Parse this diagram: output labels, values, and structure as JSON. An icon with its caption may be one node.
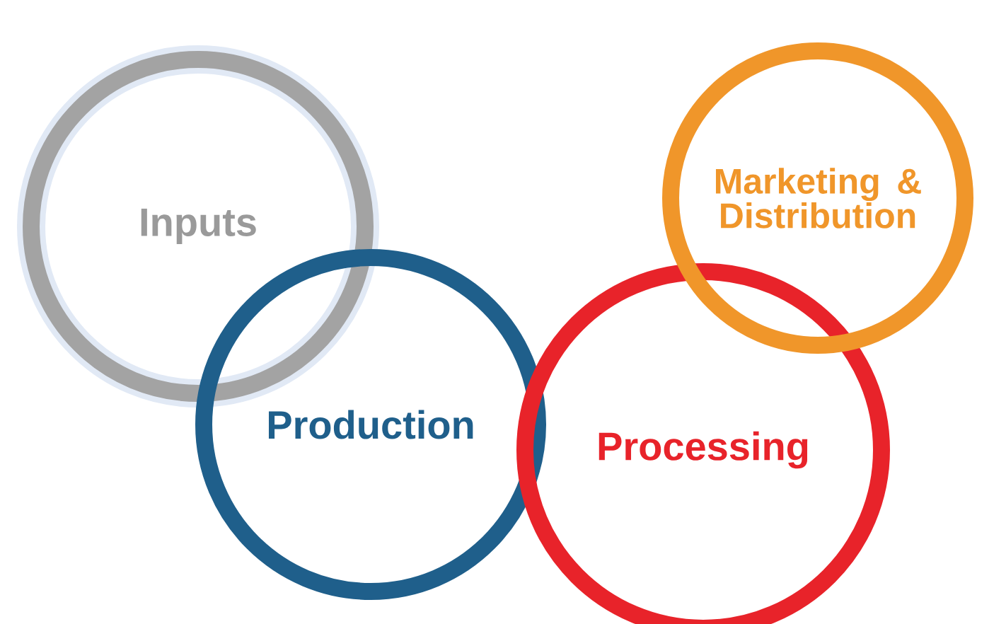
{
  "diagram": {
    "nodes": [
      {
        "text": [
          "Inputs"
        ]
      },
      {
        "text": [
          "Production"
        ]
      },
      {
        "text": [
          "Processing"
        ]
      },
      {
        "text": [
          "Marketing & Distribution"
        ]
      }
    ]
  }
}
